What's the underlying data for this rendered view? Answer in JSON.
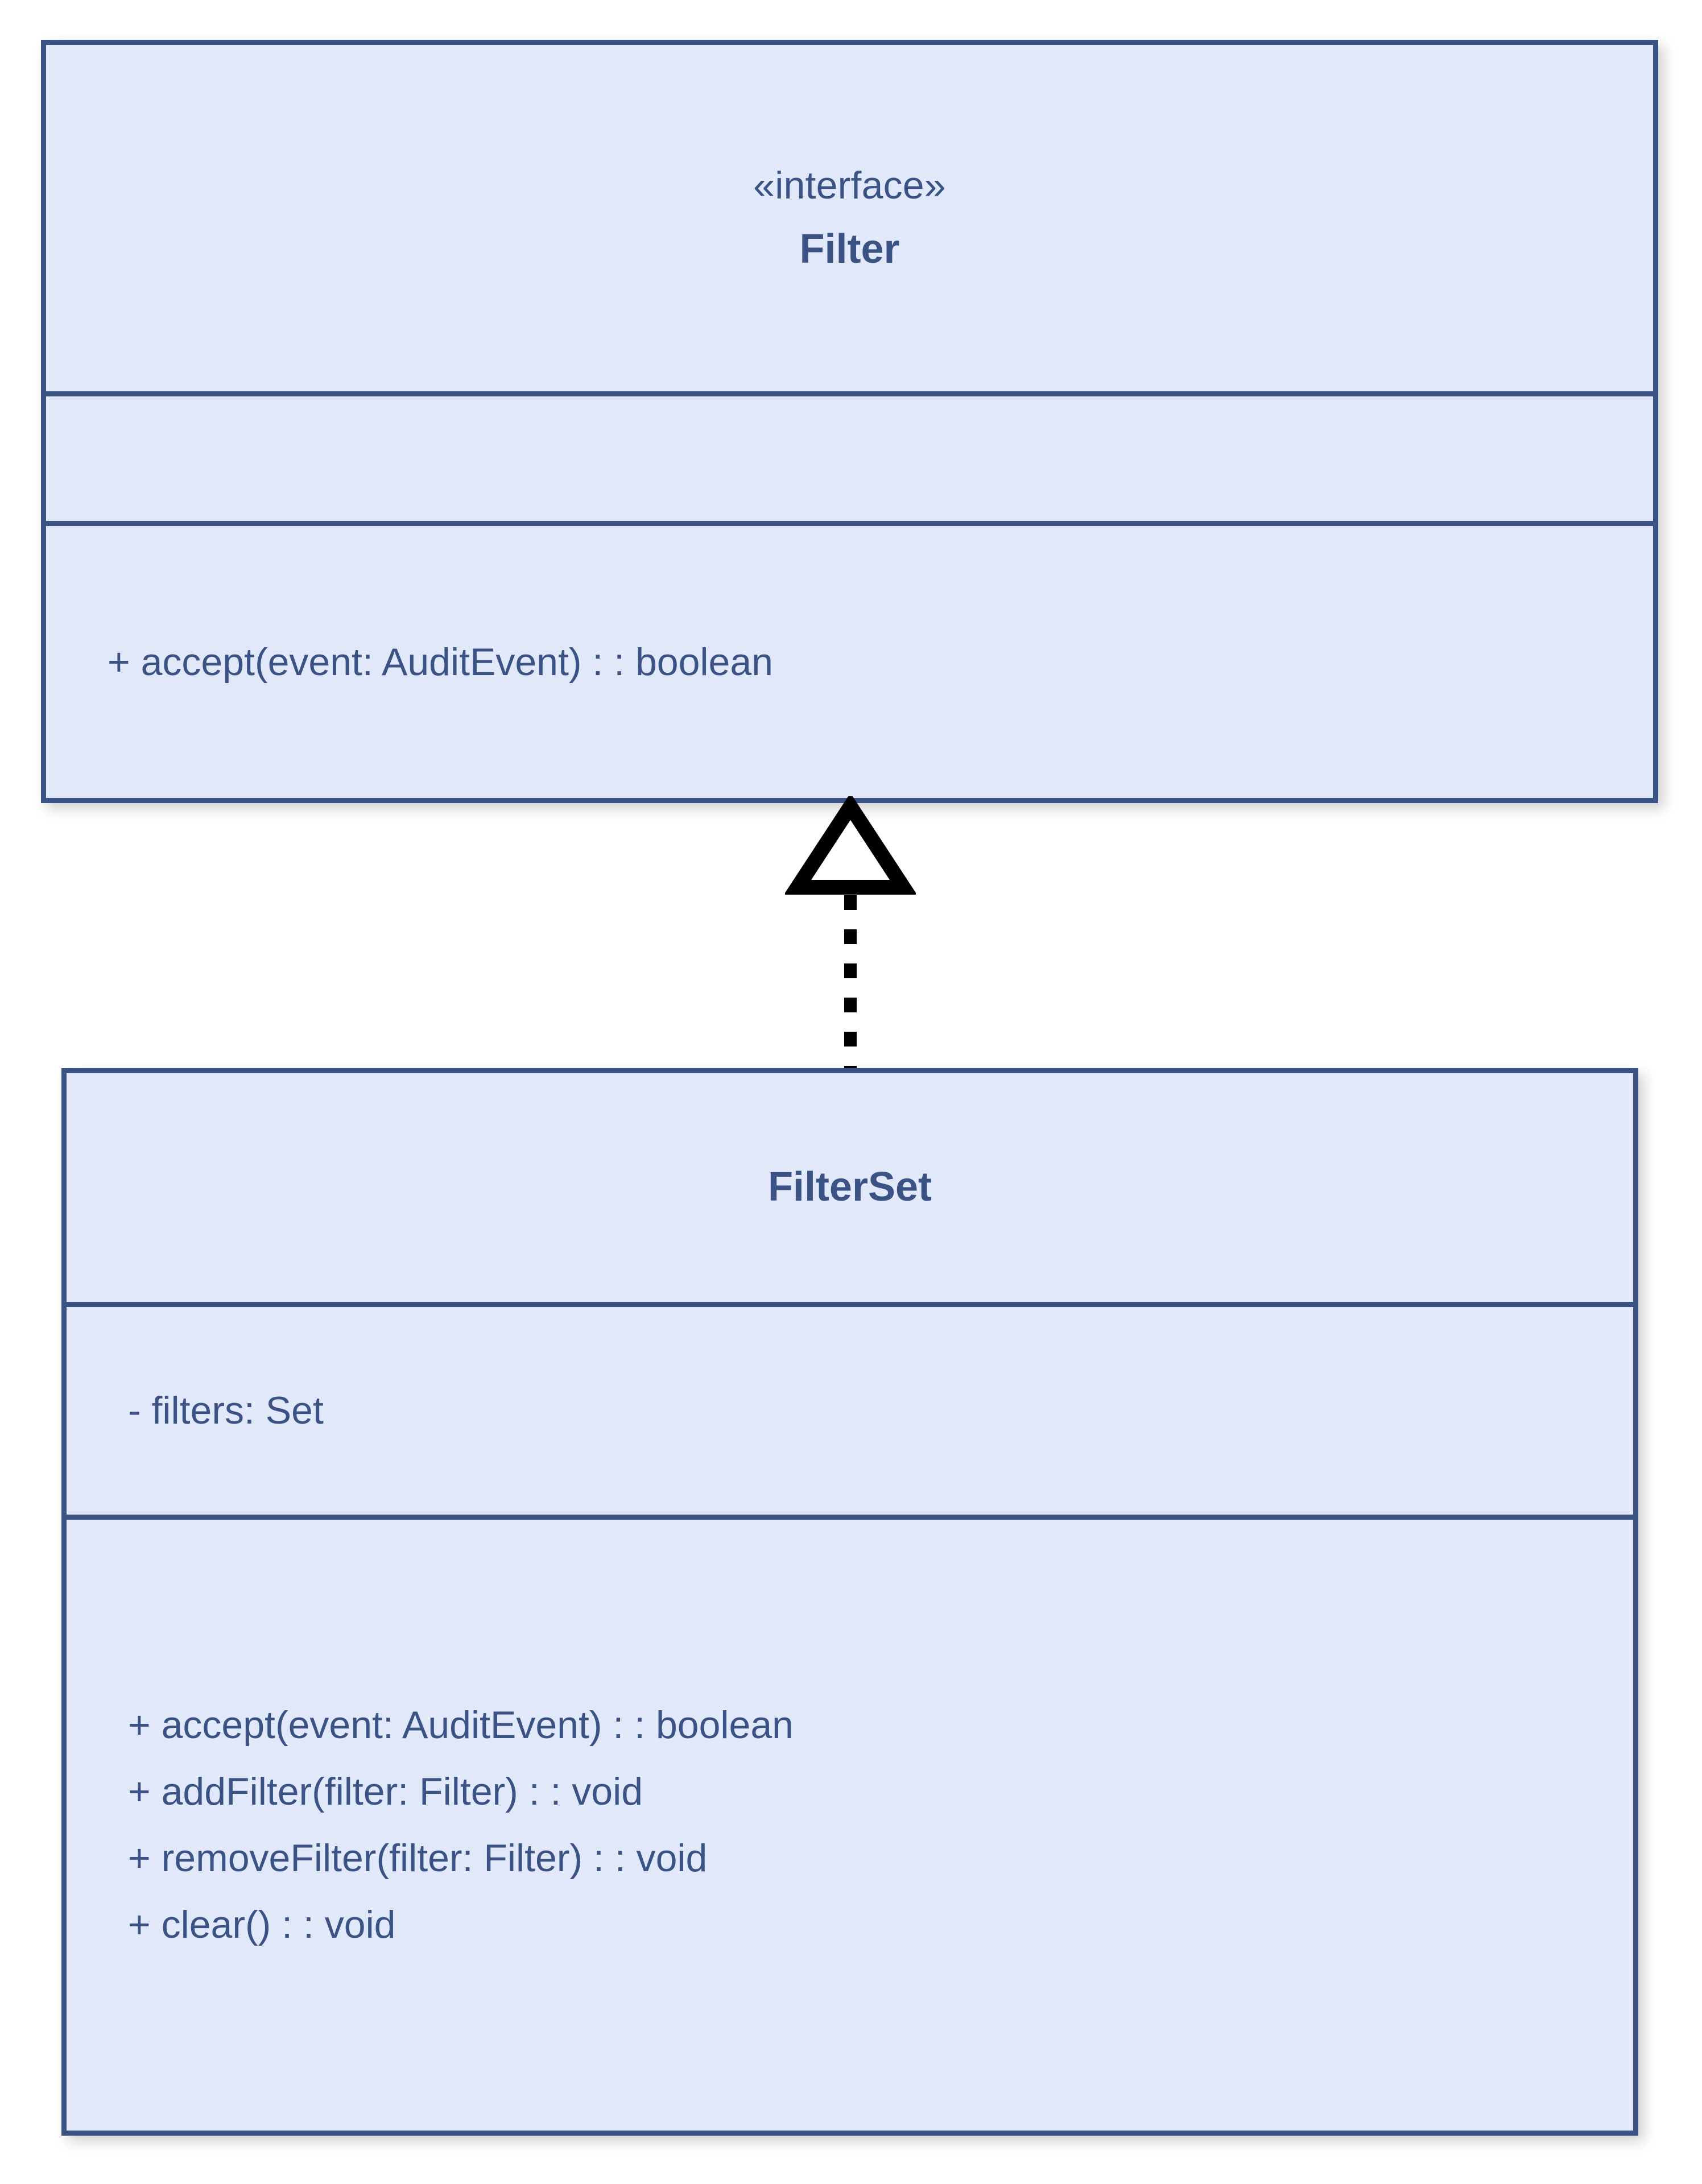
{
  "diagram": {
    "type": "uml-class-diagram",
    "background_color": "#ffffff",
    "box_fill_color": "#e0e8f9",
    "box_border_color": "#3a5284",
    "text_color": "#3a5284",
    "connector_color": "#000000"
  },
  "classes": [
    {
      "id": "filter",
      "stereotype": "«interface»",
      "name": "Filter",
      "attributes": [],
      "methods": [
        "+ accept(event: AuditEvent) : : boolean"
      ]
    },
    {
      "id": "filterset",
      "stereotype": "",
      "name": "FilterSet",
      "attributes": [
        "- filters: Set"
      ],
      "methods": [
        "+ accept(event: AuditEvent) : : boolean",
        "+ addFilter(filter: Filter) : : void",
        "+ removeFilter(filter: Filter) : : void",
        "+ clear() : : void"
      ]
    }
  ],
  "relationships": [
    {
      "id": "realization",
      "kind": "realization",
      "line_style": "dashed",
      "arrowhead": "hollow-triangle",
      "source": "FilterSet",
      "target": "Filter",
      "label": ""
    }
  ]
}
